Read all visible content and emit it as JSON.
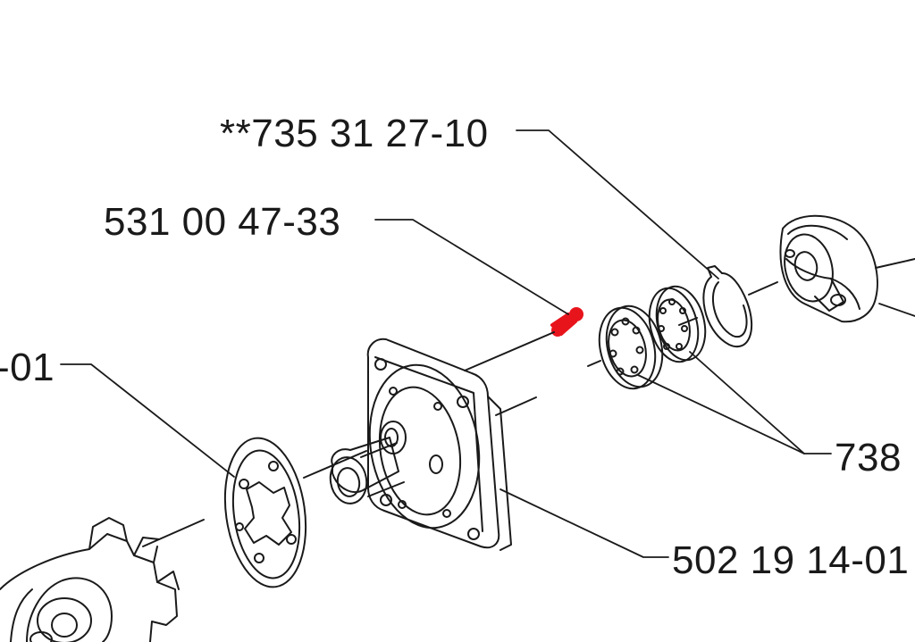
{
  "diagram": {
    "colors": {
      "line": "#1a1a1a",
      "highlight": "#e8141c",
      "background": "#ffffff"
    },
    "labels": {
      "top_part": "**735 31 27-10",
      "pin_part": "531 00 47-33",
      "left_part": "-01",
      "bearing_part": "738",
      "housing_part": "502 19 14-01"
    }
  }
}
